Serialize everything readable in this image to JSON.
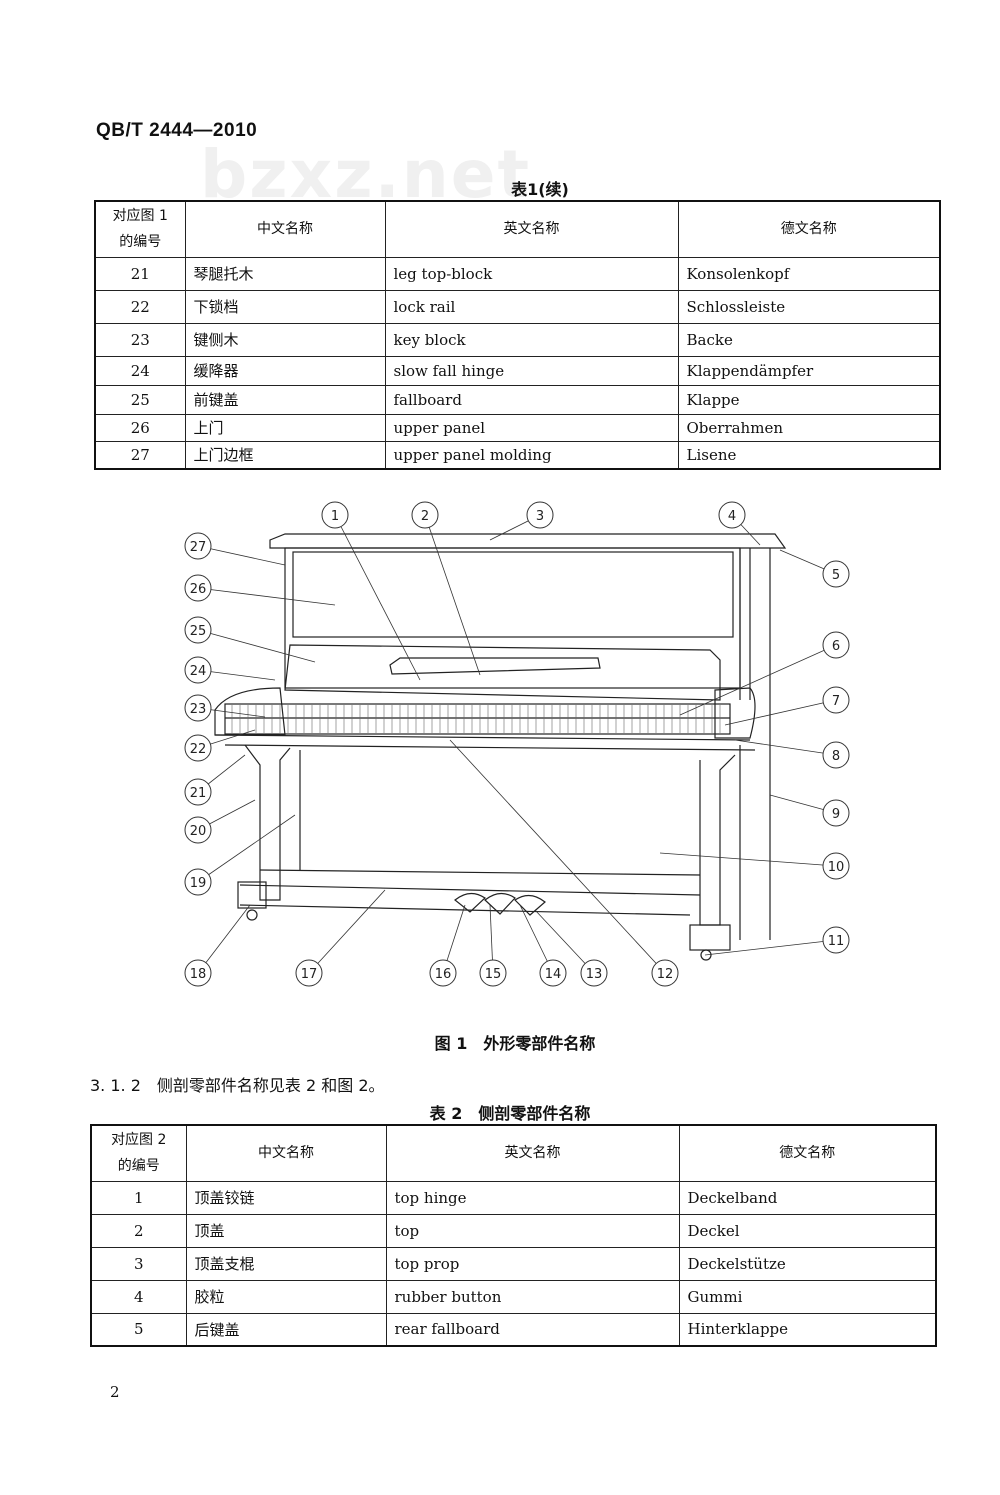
{
  "header": {
    "standard_code": "QB/T 2444—2010",
    "watermark": "bzxz.net"
  },
  "table1": {
    "caption": "表1(续)",
    "columns": [
      "对应图 1\n的编号",
      "中文名称",
      "英文名称",
      "德文名称"
    ],
    "rows": [
      [
        "21",
        "琴腿托木",
        "leg top-block",
        "Konsolenkopf"
      ],
      [
        "22",
        "下锁档",
        "lock rail",
        "Schlossleiste"
      ],
      [
        "23",
        "键侧木",
        "key block",
        "Backe"
      ],
      [
        "24",
        "缓降器",
        "slow fall hinge",
        "Klappendämpfer"
      ],
      [
        "25",
        "前键盖",
        "fallboard",
        "Klappe"
      ],
      [
        "26",
        "上门",
        "upper panel",
        "Oberrahmen"
      ],
      [
        "27",
        "上门边框",
        "upper panel molding",
        "Lisene"
      ]
    ]
  },
  "figure1": {
    "caption": "图 1　外形零部件名称",
    "callouts": [
      "1",
      "2",
      "3",
      "4",
      "5",
      "6",
      "7",
      "8",
      "9",
      "10",
      "11",
      "12",
      "13",
      "14",
      "15",
      "16",
      "17",
      "18",
      "19",
      "20",
      "21",
      "22",
      "23",
      "24",
      "25",
      "26",
      "27"
    ]
  },
  "section": {
    "text": "3. 1. 2　侧剖零部件名称见表 2 和图 2。"
  },
  "table2": {
    "caption": "表 2　侧剖零部件名称",
    "columns": [
      "对应图 2\n的编号",
      "中文名称",
      "英文名称",
      "德文名称"
    ],
    "rows": [
      [
        "1",
        "顶盖铰链",
        "top hinge",
        "Deckelband"
      ],
      [
        "2",
        "顶盖",
        "top",
        "Deckel"
      ],
      [
        "3",
        "顶盖支棍",
        "top prop",
        "Deckelstütze"
      ],
      [
        "4",
        "胶粒",
        "rubber button",
        "Gummi"
      ],
      [
        "5",
        "后键盖",
        "rear fallboard",
        "Hinterklappe"
      ]
    ]
  },
  "footer": {
    "page_number": "2"
  }
}
